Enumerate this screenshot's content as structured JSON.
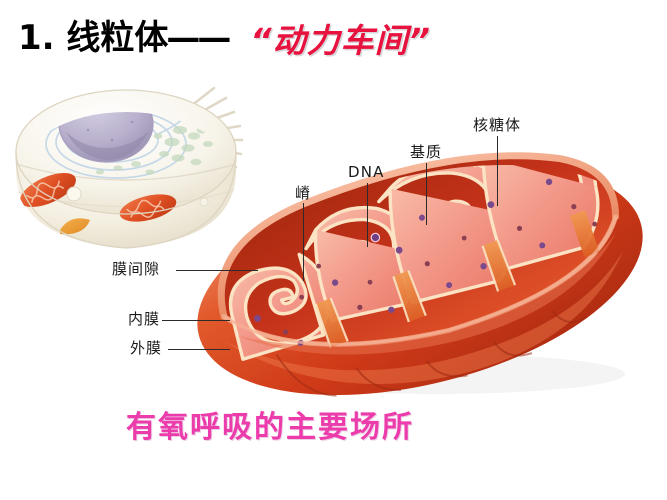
{
  "slide": {
    "title": {
      "number_and_term": "1. 线粒体",
      "dash": "——",
      "nickname": "“动力车间”"
    },
    "caption": "有氧呼吸的主要场所",
    "colors": {
      "title_black": "#000000",
      "title_red": "#e8123f",
      "caption_pink": "#ec3bab",
      "outer_membrane": "#d13a1c",
      "outer_membrane_dark": "#a82a12",
      "inner_matrix": "#f4a08c",
      "crista_outline": "#fbe3c4",
      "ribosome_dot": "#7a4a8c",
      "leader_line": "#2b2b2b",
      "nucleus": "#b7aecb",
      "cell_body": "#f2ecdf",
      "cell_mitochondrion": "#e0502a"
    },
    "figures": {
      "cell_diagram": {
        "name": "animal-cell-3d-illustration",
        "parts": [
          "nucleus",
          "cytoplasm",
          "mitochondria",
          "golgi",
          "lysosome",
          "cilia"
        ]
      },
      "mitochondrion_diagram": {
        "name": "mitochondrion-cutaway-illustration",
        "parts": [
          "outer membrane",
          "inner membrane",
          "cristae",
          "matrix",
          "intermembrane space",
          "ribosomes",
          "DNA"
        ]
      }
    },
    "labels": [
      {
        "id": "cristae",
        "text": "嵴",
        "script": "cjk"
      },
      {
        "id": "dna",
        "text": "DNA",
        "script": "lat"
      },
      {
        "id": "matrix",
        "text": "基质",
        "script": "cjk"
      },
      {
        "id": "ribosome",
        "text": "核糖体",
        "script": "cjk"
      },
      {
        "id": "intermembrane-space",
        "text": "膜间隙",
        "script": "cjk"
      },
      {
        "id": "inner-membrane",
        "text": "内膜",
        "script": "cjk"
      },
      {
        "id": "outer-membrane",
        "text": "外膜",
        "script": "cjk"
      }
    ]
  }
}
